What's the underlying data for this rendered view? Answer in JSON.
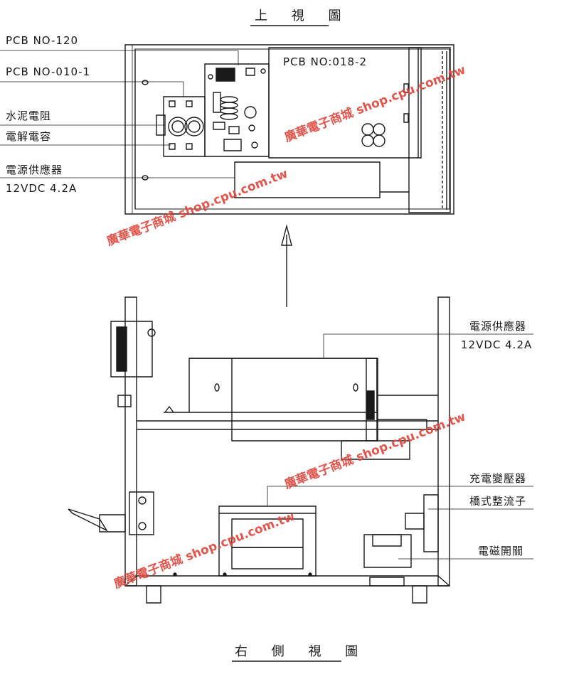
{
  "top_view": {
    "title": "上 視 圖",
    "labels": {
      "pcb_120": "PCB NO-120",
      "pcb_010": "PCB NO-010-1",
      "resistor": "水泥電阻",
      "capacitor": "電解電容",
      "psu": "電源供應器",
      "psu_spec": "12VDC 4.2A",
      "pcb_018": "PCB NO:018-2"
    }
  },
  "side_view": {
    "title": "右 側 視 圖",
    "labels": {
      "psu": "電源供應器",
      "psu_spec": "12VDC 4.2A",
      "transformer": "充電變壓器",
      "rectifier": "橋式整流子",
      "relay": "電磁開關"
    }
  },
  "watermark": {
    "text": "廣華電子商城 shop.cpu.com.tw",
    "color": "#e0443a"
  }
}
